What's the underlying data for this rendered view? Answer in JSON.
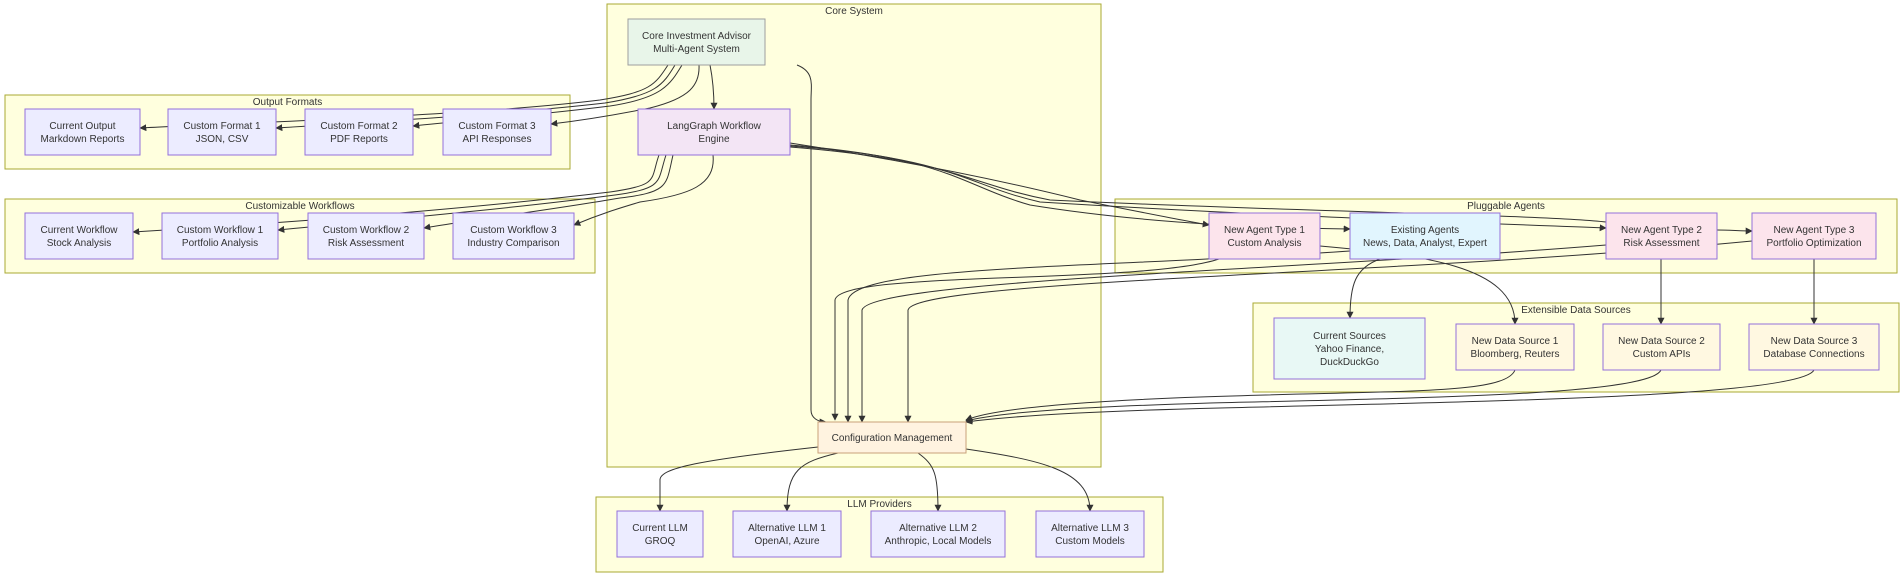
{
  "colors": {
    "cluster_fill": "#ffffde",
    "cluster_stroke": "#aaaa33",
    "edge": "#333333",
    "text": "#333333"
  },
  "clusters": [
    {
      "id": "core",
      "title": "Core System"
    },
    {
      "id": "output",
      "title": "Output Formats"
    },
    {
      "id": "workflows",
      "title": "Customizable Workflows"
    },
    {
      "id": "agents",
      "title": "Pluggable Agents"
    },
    {
      "id": "datasources",
      "title": "Extensible Data Sources"
    },
    {
      "id": "llm",
      "title": "LLM Providers"
    }
  ],
  "nodes": [
    {
      "id": "core_advisor",
      "lines": [
        "Core Investment Advisor",
        "Multi-Agent System"
      ],
      "fill": "#e8f5e9",
      "stroke": "#9e9e9e"
    },
    {
      "id": "langgraph",
      "lines": [
        "LangGraph Workflow",
        "Engine"
      ],
      "fill": "#f3e5f5",
      "stroke": "#9370db"
    },
    {
      "id": "config",
      "lines": [
        "Configuration Management"
      ],
      "fill": "#fff3e0",
      "stroke": "#c8a27a"
    },
    {
      "id": "out_current",
      "lines": [
        "Current Output",
        "Markdown Reports"
      ],
      "fill": "#ececff",
      "stroke": "#9370db"
    },
    {
      "id": "out_1",
      "lines": [
        "Custom Format 1",
        "JSON, CSV"
      ],
      "fill": "#ececff",
      "stroke": "#9370db"
    },
    {
      "id": "out_2",
      "lines": [
        "Custom Format 2",
        "PDF Reports"
      ],
      "fill": "#ececff",
      "stroke": "#9370db"
    },
    {
      "id": "out_3",
      "lines": [
        "Custom Format 3",
        "API Responses"
      ],
      "fill": "#ececff",
      "stroke": "#9370db"
    },
    {
      "id": "wf_current",
      "lines": [
        "Current Workflow",
        "Stock Analysis"
      ],
      "fill": "#ececff",
      "stroke": "#9370db"
    },
    {
      "id": "wf_1",
      "lines": [
        "Custom Workflow 1",
        "Portfolio Analysis"
      ],
      "fill": "#ececff",
      "stroke": "#9370db"
    },
    {
      "id": "wf_2",
      "lines": [
        "Custom Workflow 2",
        "Risk Assessment"
      ],
      "fill": "#ececff",
      "stroke": "#9370db"
    },
    {
      "id": "wf_3",
      "lines": [
        "Custom Workflow 3",
        "Industry Comparison"
      ],
      "fill": "#ececff",
      "stroke": "#9370db"
    },
    {
      "id": "agent_new1",
      "lines": [
        "New Agent Type 1",
        "Custom Analysis"
      ],
      "fill": "#fce4ec",
      "stroke": "#9370db"
    },
    {
      "id": "agent_existing",
      "lines": [
        "Existing Agents",
        "News, Data, Analyst, Expert"
      ],
      "fill": "#e1f5fe",
      "stroke": "#9370db"
    },
    {
      "id": "agent_new2",
      "lines": [
        "New Agent Type 2",
        "Risk Assessment"
      ],
      "fill": "#fce4ec",
      "stroke": "#9370db"
    },
    {
      "id": "agent_new3",
      "lines": [
        "New Agent Type 3",
        "Portfolio Optimization"
      ],
      "fill": "#fce4ec",
      "stroke": "#9370db"
    },
    {
      "id": "ds_current",
      "lines": [
        "Current Sources",
        "Yahoo Finance,",
        "DuckDuckGo"
      ],
      "fill": "#e8f8f5",
      "stroke": "#9370db"
    },
    {
      "id": "ds_1",
      "lines": [
        "New Data Source 1",
        "Bloomberg, Reuters"
      ],
      "fill": "#fff8e1",
      "stroke": "#9370db"
    },
    {
      "id": "ds_2",
      "lines": [
        "New Data Source 2",
        "Custom APIs"
      ],
      "fill": "#fff8e1",
      "stroke": "#9370db"
    },
    {
      "id": "ds_3",
      "lines": [
        "New Data Source 3",
        "Database Connections"
      ],
      "fill": "#fff8e1",
      "stroke": "#9370db"
    },
    {
      "id": "llm_current",
      "lines": [
        "Current LLM",
        "GROQ"
      ],
      "fill": "#ececff",
      "stroke": "#9370db"
    },
    {
      "id": "llm_alt1",
      "lines": [
        "Alternative LLM 1",
        "OpenAI, Azure"
      ],
      "fill": "#ececff",
      "stroke": "#9370db"
    },
    {
      "id": "llm_alt2",
      "lines": [
        "Alternative LLM 2",
        "Anthropic, Local Models"
      ],
      "fill": "#ececff",
      "stroke": "#9370db"
    },
    {
      "id": "llm_alt3",
      "lines": [
        "Alternative LLM 3",
        "Custom Models"
      ],
      "fill": "#ececff",
      "stroke": "#9370db"
    }
  ],
  "edges": [
    {
      "from": "core_advisor",
      "to": "langgraph"
    },
    {
      "from": "core_advisor",
      "to": "config"
    },
    {
      "from": "core_advisor",
      "to": "out_current"
    },
    {
      "from": "core_advisor",
      "to": "out_1"
    },
    {
      "from": "core_advisor",
      "to": "out_2"
    },
    {
      "from": "core_advisor",
      "to": "out_3"
    },
    {
      "from": "langgraph",
      "to": "wf_current"
    },
    {
      "from": "langgraph",
      "to": "wf_1"
    },
    {
      "from": "langgraph",
      "to": "wf_2"
    },
    {
      "from": "langgraph",
      "to": "wf_3"
    },
    {
      "from": "langgraph",
      "to": "agent_new1"
    },
    {
      "from": "langgraph",
      "to": "agent_existing"
    },
    {
      "from": "langgraph",
      "to": "agent_new2"
    },
    {
      "from": "langgraph",
      "to": "agent_new3"
    },
    {
      "from": "agent_existing",
      "to": "ds_current"
    },
    {
      "from": "agent_new1",
      "to": "ds_1"
    },
    {
      "from": "agent_new2",
      "to": "ds_2"
    },
    {
      "from": "agent_new3",
      "to": "ds_3"
    },
    {
      "from": "agent_new1",
      "to": "config"
    },
    {
      "from": "agent_existing",
      "to": "config"
    },
    {
      "from": "agent_new2",
      "to": "config"
    },
    {
      "from": "agent_new3",
      "to": "config"
    },
    {
      "from": "ds_1",
      "to": "config"
    },
    {
      "from": "ds_2",
      "to": "config"
    },
    {
      "from": "ds_3",
      "to": "config"
    },
    {
      "from": "config",
      "to": "llm_current"
    },
    {
      "from": "config",
      "to": "llm_alt1"
    },
    {
      "from": "config",
      "to": "llm_alt2"
    },
    {
      "from": "config",
      "to": "llm_alt3"
    }
  ]
}
